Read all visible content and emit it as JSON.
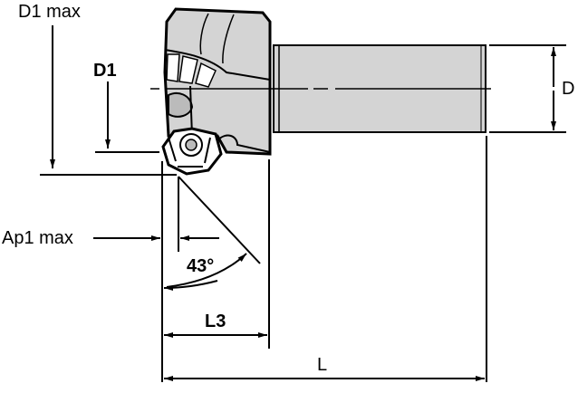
{
  "drawing": {
    "title": "Milling cutter dimension drawing",
    "colors": {
      "line": "#000000",
      "body_fill": "#d4d4d4",
      "background": "#ffffff"
    },
    "labels": {
      "d1_max": "D1 max",
      "d1": "D1",
      "d": "D",
      "ap1_max": "Ap1 max",
      "angle": "43°",
      "l3": "L3",
      "l": "L"
    }
  }
}
